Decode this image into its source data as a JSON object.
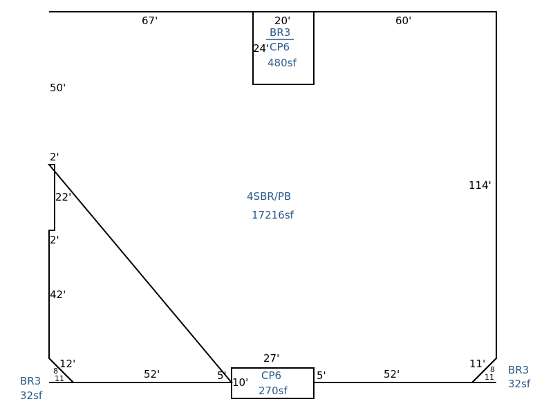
{
  "colors": {
    "line": "#000000",
    "area_label": "#2a5a8a",
    "background": "#ffffff"
  },
  "dimensions": {
    "top_left": "67'",
    "top_mid": "20'",
    "top_right": "60'",
    "bump_side": "24'",
    "left_upper": "50'",
    "left_jog_top": "2'",
    "left_jog_side": "22'",
    "left_jog_bottom": "2'",
    "left_lower": "42'",
    "right_side": "114'",
    "bottom_left": "52'",
    "bottom_right": "52'",
    "bottom_gap_left": "5'",
    "bottom_gap_right": "5'",
    "cp_top": "27'",
    "cp_side": "10'",
    "corner_left_diag": "12'",
    "corner_left_8": "8",
    "corner_left_11": "11",
    "corner_right_diag": "11'",
    "corner_right_8": "8",
    "corner_right_11": "11"
  },
  "areas": {
    "main_code": "4SBR/PB",
    "main_sf": "17216sf",
    "top_code_a": "BR3",
    "top_code_b": "CP6",
    "top_sf": "480sf",
    "bottom_code": "CP6",
    "bottom_sf": "270sf",
    "left_corner_code": "BR3",
    "left_corner_sf": "32sf",
    "right_corner_code": "BR3",
    "right_corner_sf": "32sf"
  }
}
